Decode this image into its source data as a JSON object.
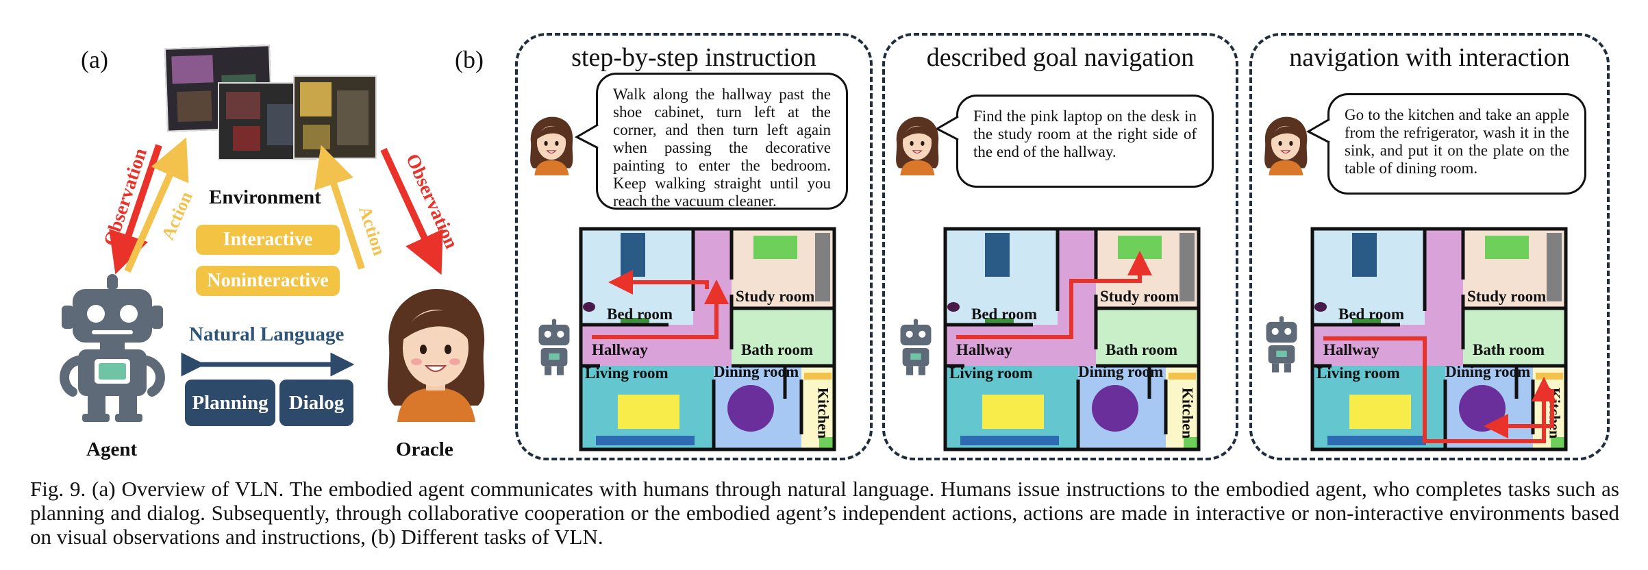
{
  "panel_a": {
    "label": "(a)",
    "environment_label": "Environment",
    "chip_interactive": "Interactive",
    "chip_noninteractive": "Noninteractive",
    "observation_left": "Observation",
    "action_left": "Action",
    "action_right": "Action",
    "observation_right": "Observation",
    "natural_language": "Natural Language",
    "chip_planning": "Planning",
    "chip_dialog": "Dialog",
    "agent_label": "Agent",
    "oracle_label": "Oracle"
  },
  "panel_b": {
    "label": "(b)",
    "tasks": [
      {
        "title": "step-by-step instruction",
        "instruction": "Walk along the hallway past the shoe cabinet, turn left at the corner, and then turn left again when passing the decorative painting to enter the bedroom. Keep walking straight until you reach the vacuum cleaner."
      },
      {
        "title": "described goal navigation",
        "instruction": "Find the pink laptop on the desk in the study room at the right side of the end of the hallway."
      },
      {
        "title": "navigation with interaction",
        "instruction": "Go to the kitchen and take an apple from the refrigerator, wash it in the sink, and put it on the plate on the table of dining room."
      }
    ],
    "rooms": {
      "bed_room": "Bed room",
      "study_room": "Study room",
      "hallway": "Hallway",
      "bath_room": "Bath room",
      "living_room": "Living room",
      "dining_room": "Dining room",
      "kitchen": "Kitchen"
    }
  },
  "caption": "Fig. 9.  (a) Overview of VLN. The embodied agent communicates with humans through natural language. Humans issue instructions to the embodied agent, who completes tasks such as planning and dialog. Subsequently, through collaborative cooperation or the embodied agent’s independent actions, actions are made in interactive or non-interactive environments based on visual observations and instructions, (b) Different tasks of VLN.",
  "colors": {
    "observation_red": "#e8322a",
    "action_yellow": "#f2c24c",
    "chip_yellow": "#f3c443",
    "navy": "#2e4a6b",
    "robot_gray": "#5e6a78",
    "route_red": "#e8322a"
  }
}
